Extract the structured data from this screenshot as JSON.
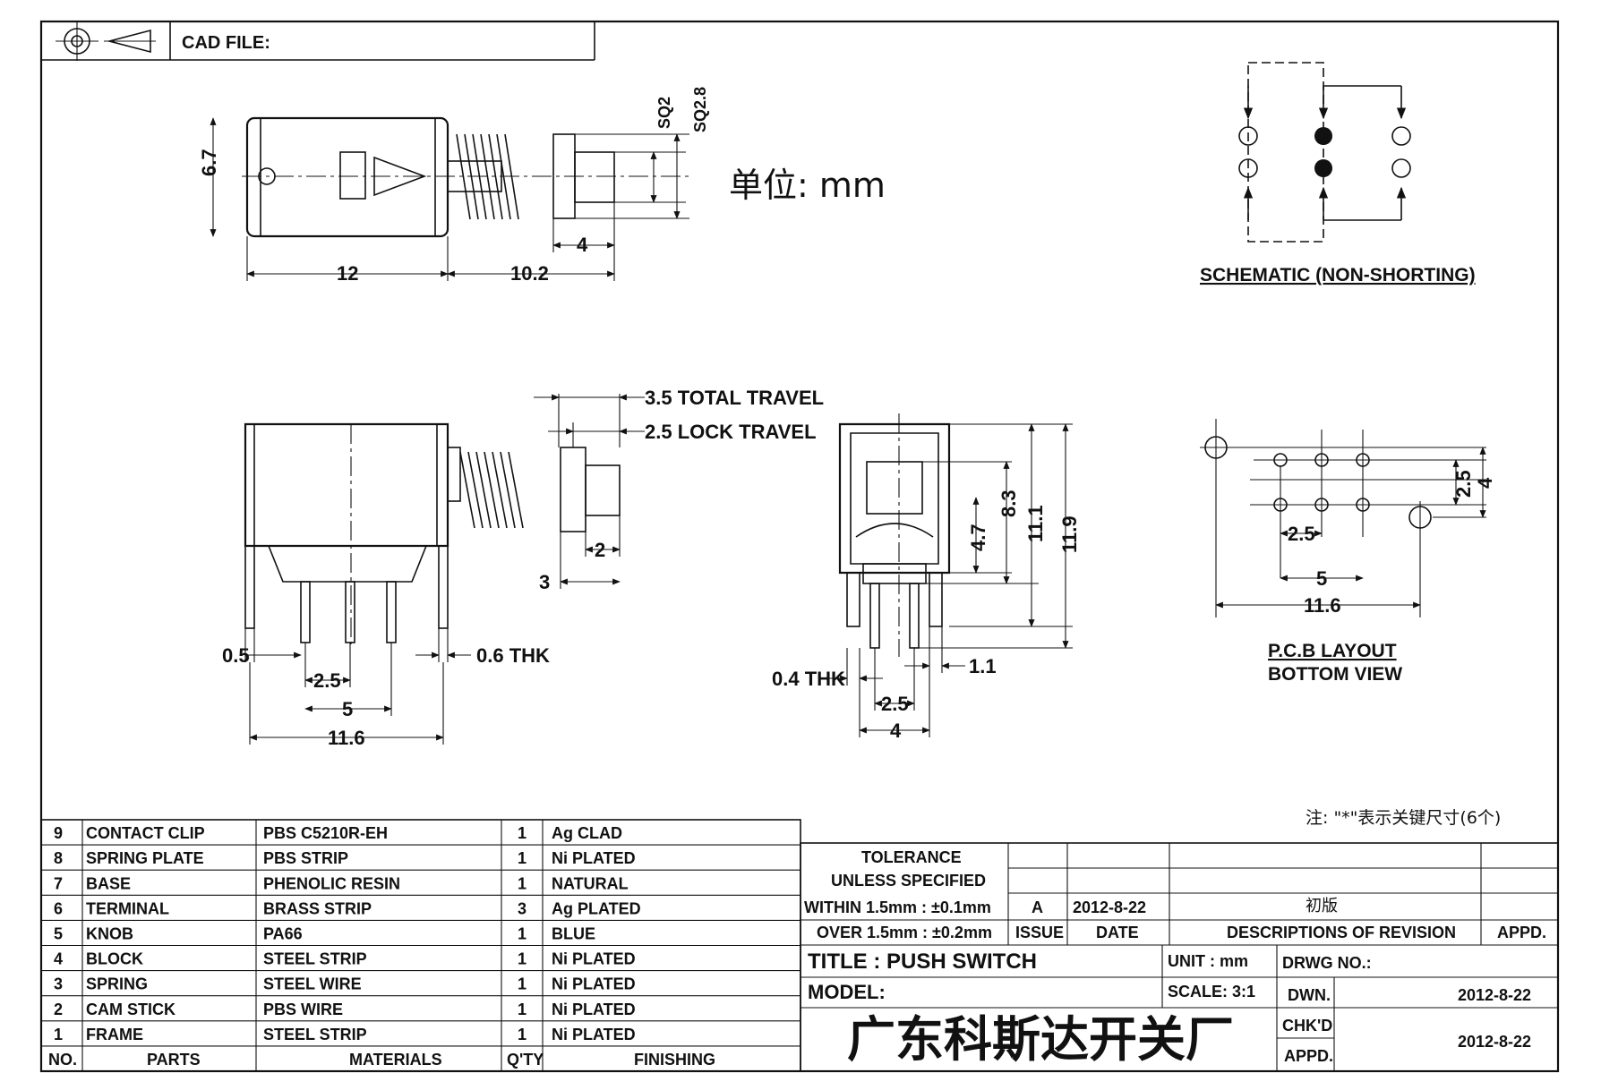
{
  "header": {
    "cad_file_label": "CAD FILE:"
  },
  "top_view": {
    "dim_height": "6.7",
    "dim_sq2": "SQ2",
    "dim_sq28": "SQ2.8",
    "dim_4": "4",
    "dim_12": "12",
    "dim_102": "10.2"
  },
  "unit_note": "单位: mm",
  "schematic": {
    "label": "SCHEMATIC (NON-SHORTING)"
  },
  "front_view": {
    "total_travel": "3.5 TOTAL TRAVEL",
    "lock_travel": "2.5 LOCK TRAVEL",
    "dim_2": "2",
    "dim_3": "3",
    "dim_05": "0.5",
    "dim_06thk": "0.6 THK",
    "dim_25": "2.5",
    "dim_5": "5",
    "dim_116": "11.6"
  },
  "side_view": {
    "dim_47": "4.7",
    "dim_83": "8.3",
    "dim_111": "11.1",
    "dim_119": "11.9",
    "dim_04thk": "0.4 THK",
    "dim_11": "1.1",
    "dim_25": "2.5",
    "dim_4": "4"
  },
  "pcb": {
    "dim_25": "2.5",
    "dim_4": "4",
    "dim_25b": "2.5",
    "dim_5": "5",
    "dim_116": "11.6",
    "label1": "P.C.B LAYOUT",
    "label2": "BOTTOM VIEW"
  },
  "footnote": "注: \"*\"表示关键尺寸(6个)",
  "parts_table": {
    "headers": [
      "NO.",
      "PARTS",
      "MATERIALS",
      "Q'TY",
      "FINISHING"
    ],
    "rows": [
      {
        "no": "9",
        "part": "CONTACT CLIP",
        "material": "PBS C5210R-EH",
        "qty": "1",
        "finish": "Ag CLAD"
      },
      {
        "no": "8",
        "part": "SPRING PLATE",
        "material": "PBS STRIP",
        "qty": "1",
        "finish": "Ni PLATED"
      },
      {
        "no": "7",
        "part": "BASE",
        "material": "PHENOLIC RESIN",
        "qty": "1",
        "finish": "NATURAL"
      },
      {
        "no": "6",
        "part": "TERMINAL",
        "material": "BRASS STRIP",
        "qty": "3",
        "finish": "Ag PLATED"
      },
      {
        "no": "5",
        "part": "KNOB",
        "material": "PA66",
        "qty": "1",
        "finish": "BLUE"
      },
      {
        "no": "4",
        "part": "BLOCK",
        "material": "STEEL STRIP",
        "qty": "1",
        "finish": "Ni PLATED"
      },
      {
        "no": "3",
        "part": "SPRING",
        "material": "STEEL WIRE",
        "qty": "1",
        "finish": "Ni PLATED"
      },
      {
        "no": "2",
        "part": "CAM STICK",
        "material": "PBS WIRE",
        "qty": "1",
        "finish": "Ni PLATED"
      },
      {
        "no": "1",
        "part": "FRAME",
        "material": "STEEL STRIP",
        "qty": "1",
        "finish": "Ni PLATED"
      }
    ]
  },
  "title_block": {
    "tolerance": "TOLERANCE",
    "unless": "UNLESS  SPECIFIED",
    "within": "WITHIN 1.5mm : ±0.1mm",
    "over": "OVER 1.5mm : ±0.2mm",
    "rev_issue": "A",
    "rev_date": "2012-8-22",
    "rev_desc": "初版",
    "col_issue": "ISSUE",
    "col_date": "DATE",
    "col_desc": "DESCRIPTIONS OF REVISION",
    "col_appd": "APPD.",
    "title": "TITLE : PUSH SWITCH",
    "model": "MODEL:",
    "unit": "UNIT :   mm",
    "scale": "SCALE:  3:1",
    "drwg_no": "DRWG NO.:",
    "dwn": "DWN.",
    "dwn_date": "2012-8-22",
    "chkd": "CHK'D",
    "appd": "APPD.",
    "chk_date": "2012-8-22",
    "company": "广东科斯达开关厂"
  }
}
